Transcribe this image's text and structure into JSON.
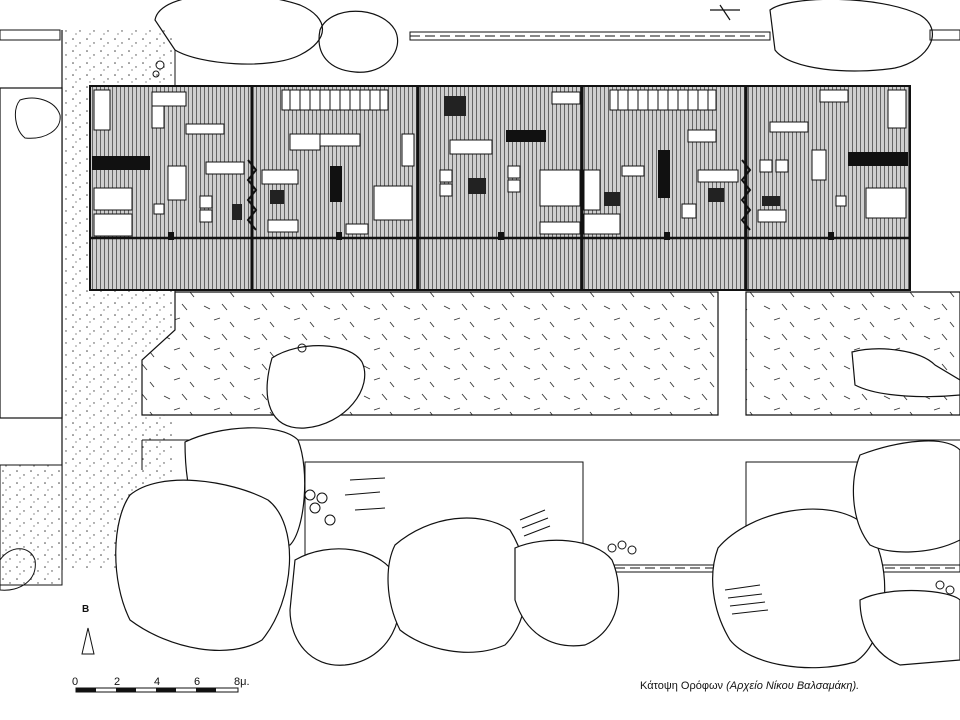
{
  "caption": {
    "main": "Κάτοψη Ορόφων",
    "source": "(Αρχείο Νίκου Βαλσαμάκη)."
  },
  "north_label": "Β",
  "scale_bar": {
    "ticks": [
      "0",
      "2",
      "4",
      "6",
      "8μ."
    ],
    "unit": "μ."
  },
  "building": {
    "units": 5,
    "style": "hatched floor plan, row housing"
  },
  "colors": {
    "ink": "#111111",
    "hatch": "#555555",
    "paper": "#ffffff"
  }
}
